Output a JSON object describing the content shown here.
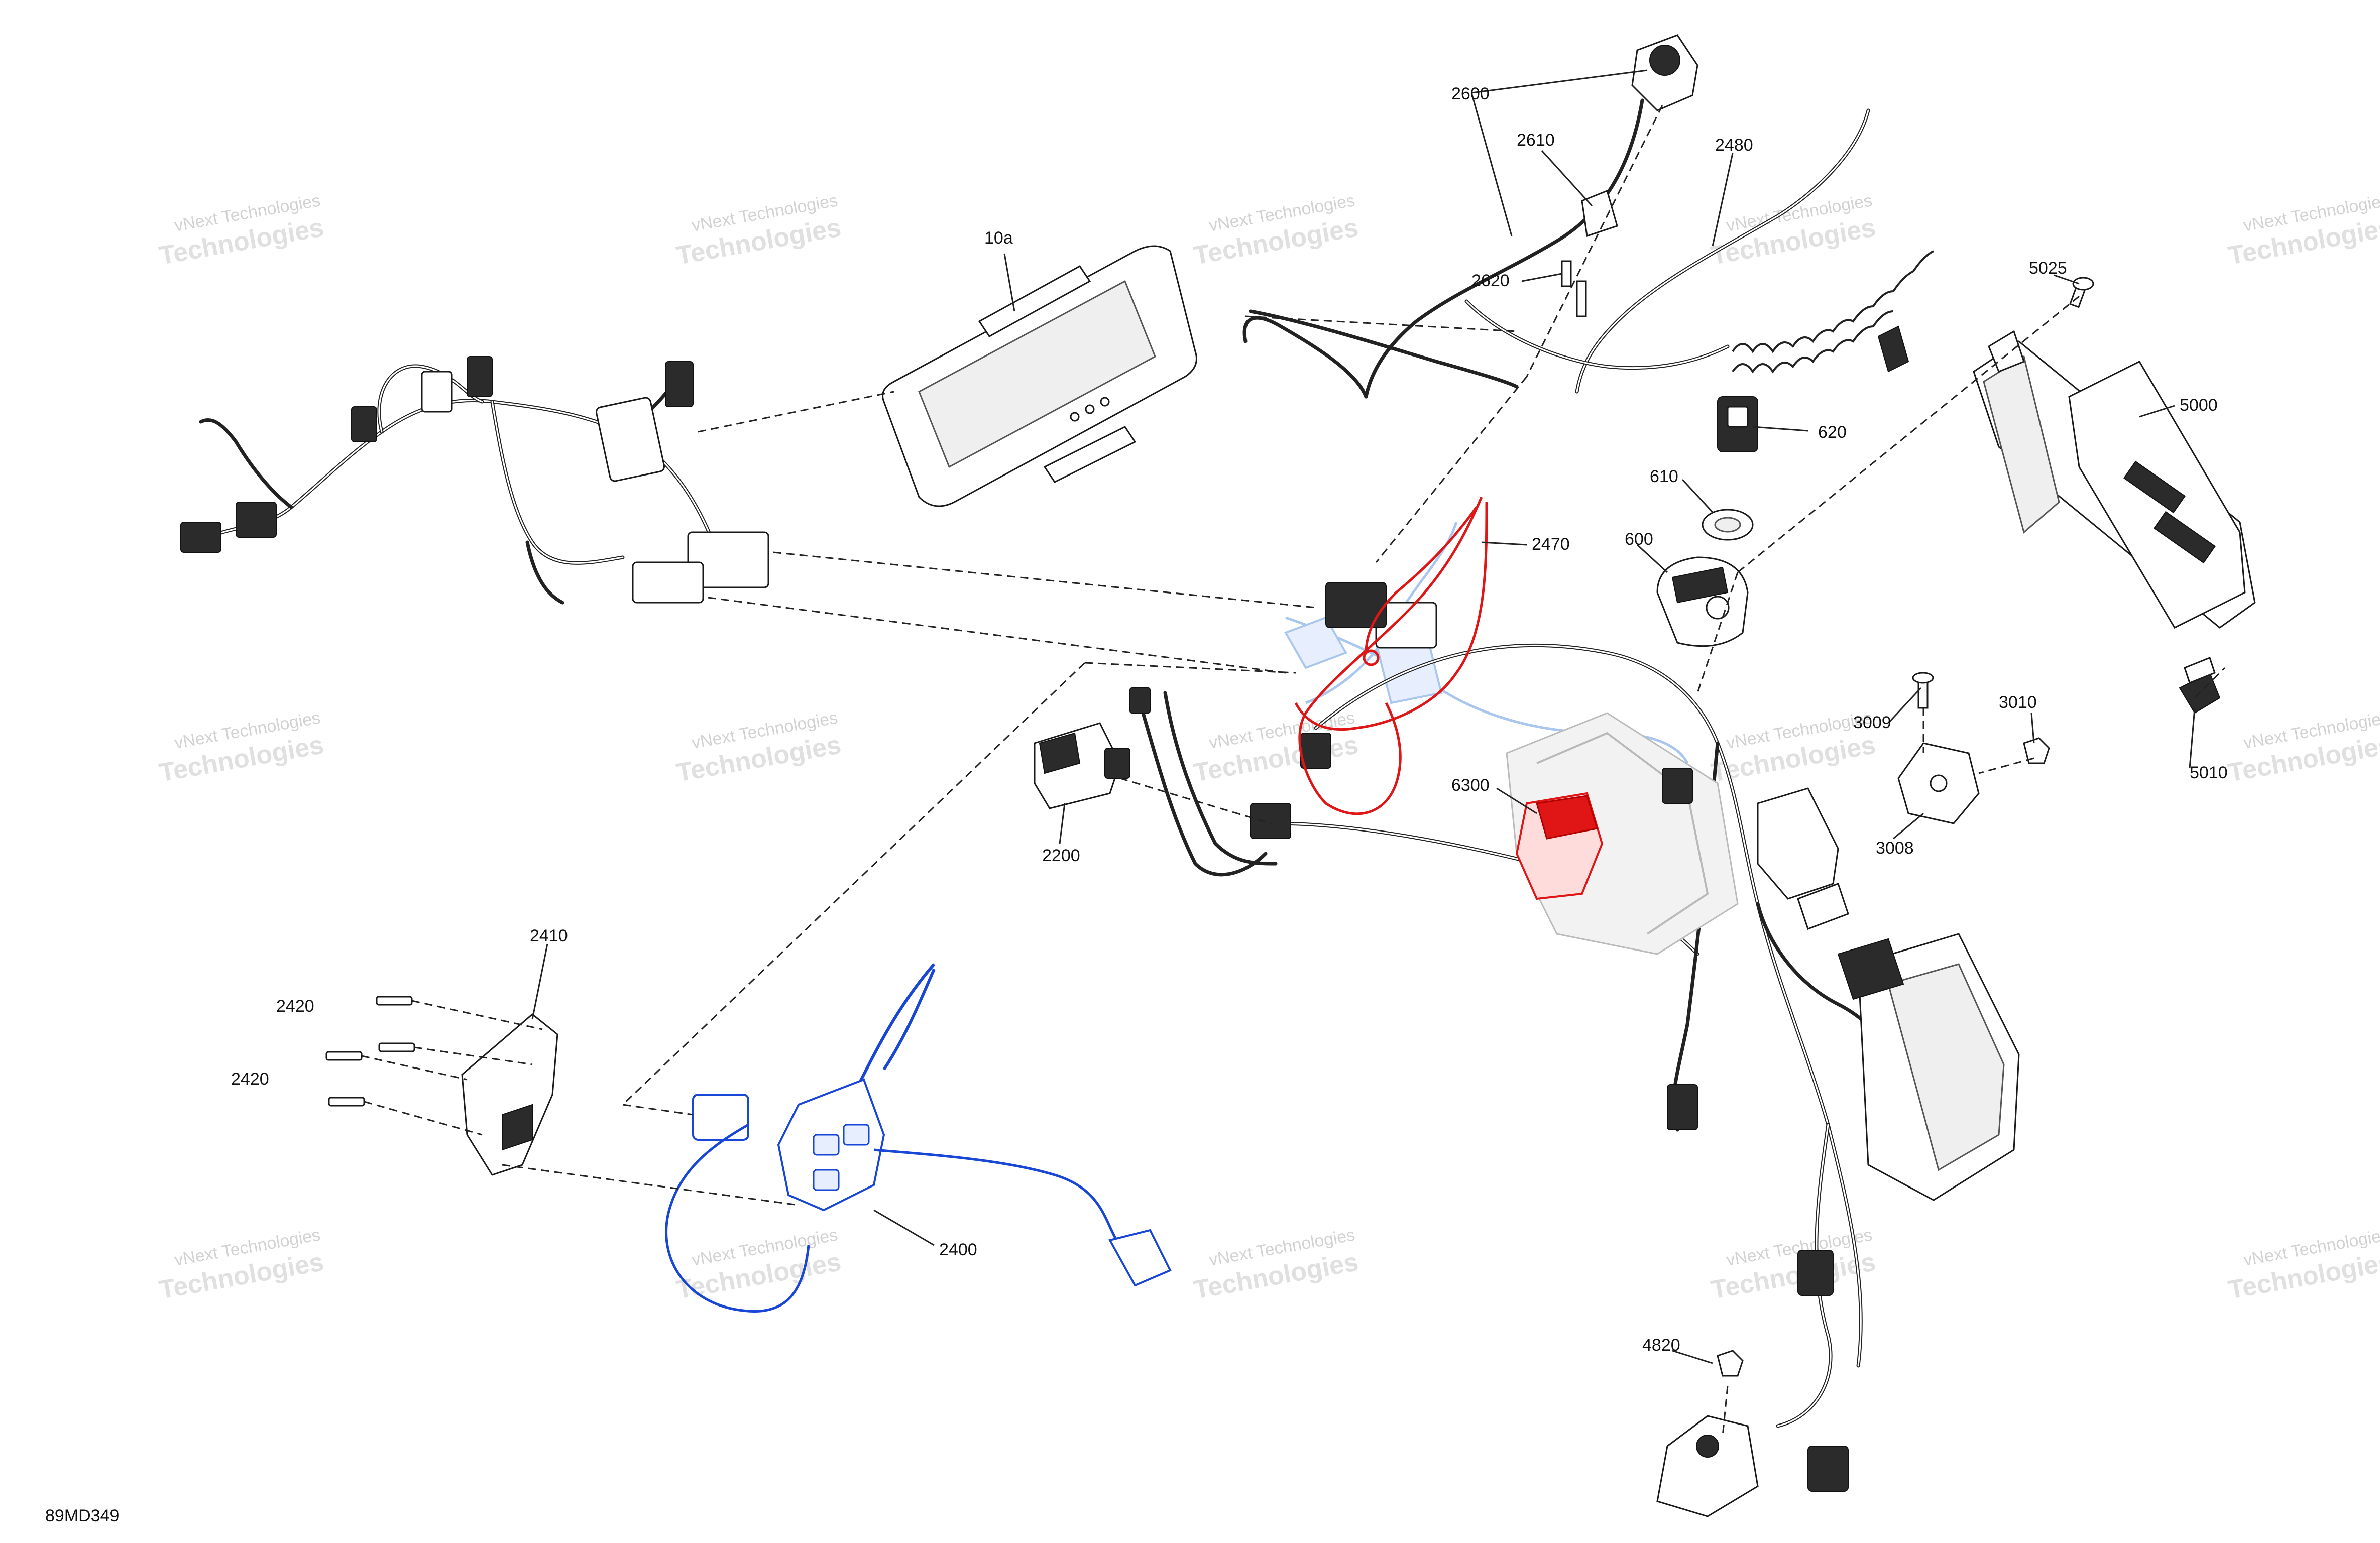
{
  "diagram_code": "89MD349",
  "watermark": {
    "line1": "vNext Technologies",
    "line2": "Technologies"
  },
  "callouts": {
    "c10a": "10a",
    "c2600": "2600",
    "c2610": "2610",
    "c2620": "2620",
    "c2480": "2480",
    "c5025": "5025",
    "c5000": "5000",
    "c620": "620",
    "c610": "610",
    "c600": "600",
    "c2470": "2470",
    "c3009": "3009",
    "c3010": "3010",
    "c5010": "5010",
    "c3008": "3008",
    "c6300": "6300",
    "c2200": "2200",
    "c2410": "2410",
    "c2420a": "2420",
    "c2420b": "2420",
    "c2400": "2400",
    "c4820": "4820"
  },
  "colors": {
    "highlight_red": "#e01515",
    "highlight_blue": "#1846d6",
    "light_blue": "#a9c6ee",
    "line": "#222222"
  }
}
